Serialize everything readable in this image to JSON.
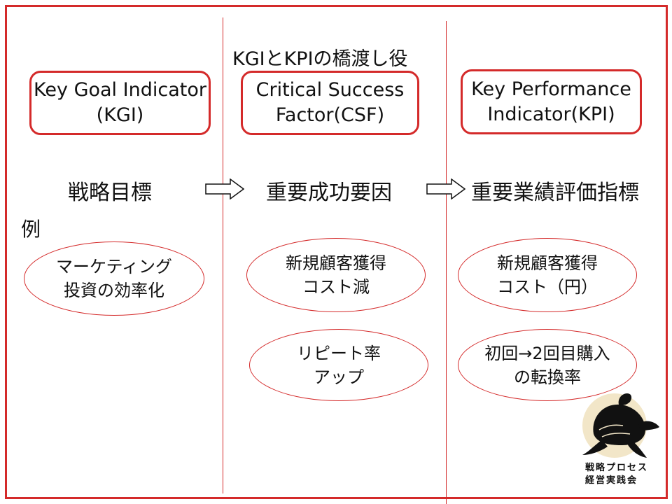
{
  "bridge_label": "KGIとKPIの橋渡し役",
  "columns": [
    {
      "box": "Key Goal Indicator\n(KGI)",
      "label": "戦略目標"
    },
    {
      "box": "Critical Success\nFactor(CSF)",
      "label": "重要成功要因"
    },
    {
      "box": "Key Performance\nIndicator(KPI)",
      "label": "重要業績評価指標"
    }
  ],
  "example_label": "例",
  "examples": {
    "kgi": [
      "マーケティング\n投資の効率化"
    ],
    "csf": [
      "新規顧客獲得\nコスト減",
      "リピート率\nアップ"
    ],
    "kpi": [
      "新規顧客獲得\nコスト（円）",
      "初回→2回目購入\nの転換率"
    ]
  },
  "logo": {
    "caption": "戦略プロセス\n経営実践会",
    "icon": "sea-turtle-icon"
  },
  "colors": {
    "accent": "#d42a2a",
    "text": "#111111"
  }
}
